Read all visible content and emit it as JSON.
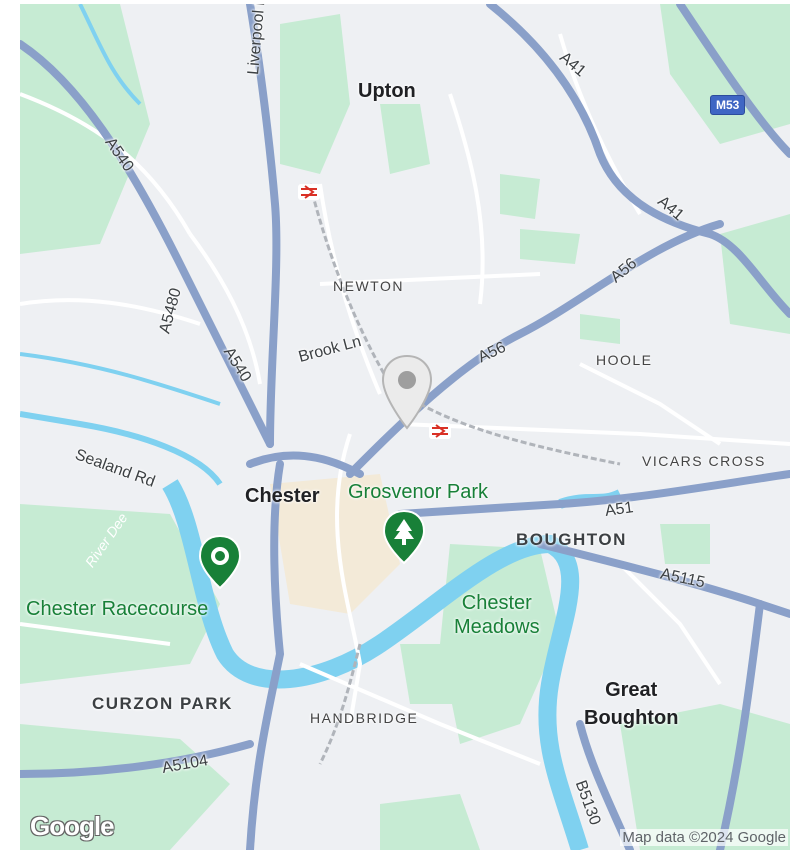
{
  "map": {
    "towns": {
      "upton": "Upton",
      "chester": "Chester",
      "great_boughton": "Great\nBoughton"
    },
    "districts": {
      "newton": "NEWTON",
      "hoole": "HOOLE",
      "vicars_cross": "VICARS CROSS",
      "boughton": "BOUGHTON",
      "curzon_park": "CURZON PARK",
      "handbridge": "HANDBRIDGE"
    },
    "roads": {
      "liverpool_rd": "Liverpool Rd",
      "a540_top": "A540",
      "a540_mid": "A540",
      "a5480": "A5480",
      "a41_top": "A41",
      "a41_mid": "A41",
      "a56_top": "A56",
      "a56_mid": "A56",
      "brook_ln": "Brook Ln",
      "sealand_rd": "Sealand Rd",
      "a51": "A51",
      "a5115": "A5115",
      "a5104": "A5104",
      "b5130": "B5130",
      "m53": "M53"
    },
    "water": {
      "river_dee": "River Dee"
    },
    "pois": {
      "grosvenor_park": "Grosvenor Park",
      "chester_racecourse": "Chester Racecourse",
      "chester_meadows": "Chester\nMeadows"
    },
    "attribution": "Map data ©2024 Google",
    "logo": "Google",
    "colors": {
      "land": "#eef0f3",
      "park": "#c6ebd3",
      "water": "#7fd1f0",
      "major_road": "#8aa0c9",
      "motorway_shield": "#3f66c4",
      "poi_green": "#188038",
      "marker_gray": "#9e9e9e"
    },
    "icons": {
      "rail": "rail-station-icon",
      "park": "park-tree-icon",
      "pin": "location-pin-icon"
    }
  }
}
